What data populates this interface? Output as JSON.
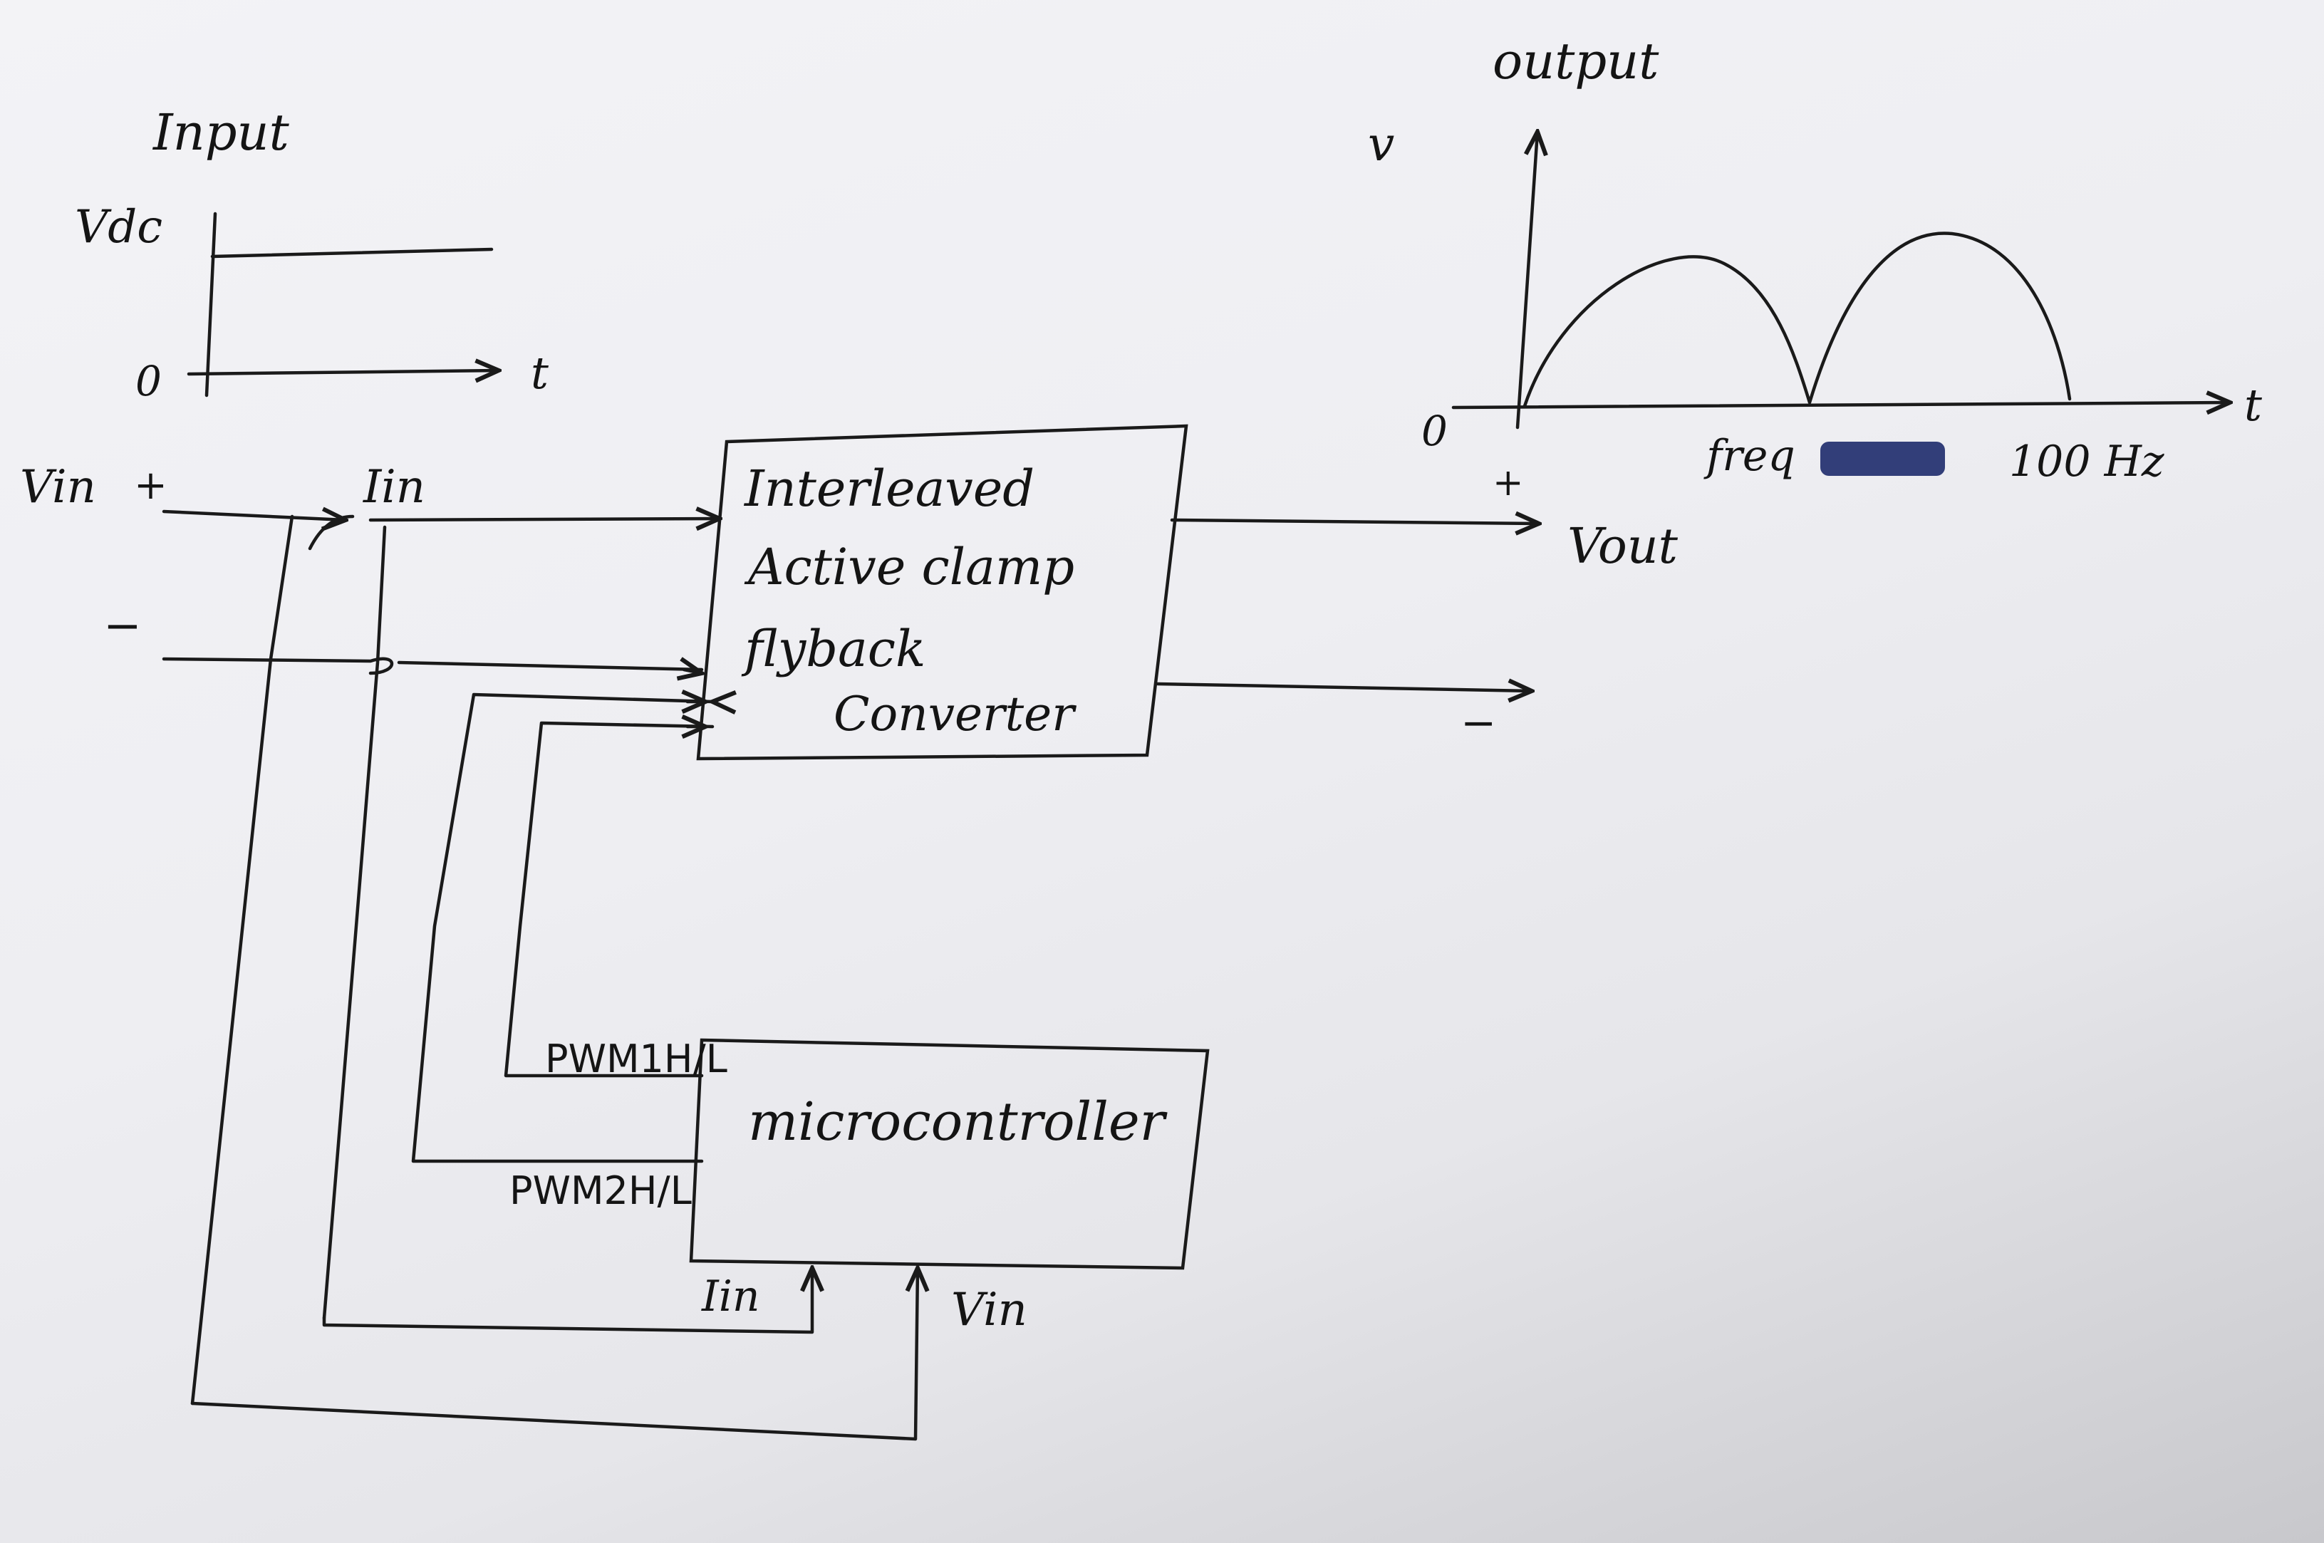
{
  "input_plot": {
    "title": "Input",
    "y_label": "Vdc",
    "origin": "0",
    "x_label": "t"
  },
  "output_plot": {
    "title": "output",
    "y_label": "v",
    "origin": "0",
    "x_label": "t",
    "freq_label": "freq",
    "freq_value": "100 Hz"
  },
  "input_terminals": {
    "vin": "Vin",
    "plus": "+",
    "minus": "−",
    "current": "Iin"
  },
  "converter": {
    "line1": "Interleaved",
    "line2": "Active clamp",
    "line3": "flyback",
    "line4": "Converter"
  },
  "output_terminals": {
    "plus": "+",
    "vout": "Vout",
    "minus": "−"
  },
  "microcontroller": {
    "label": "microcontroller",
    "pwm1": "PWM1H/L",
    "pwm2": "PWM2H/L",
    "iin": "Iin",
    "vin": "Vin"
  },
  "colors": {
    "ink": "#1a1a1a",
    "paper": "#efeff2",
    "scribble": "#1d2a6b"
  }
}
